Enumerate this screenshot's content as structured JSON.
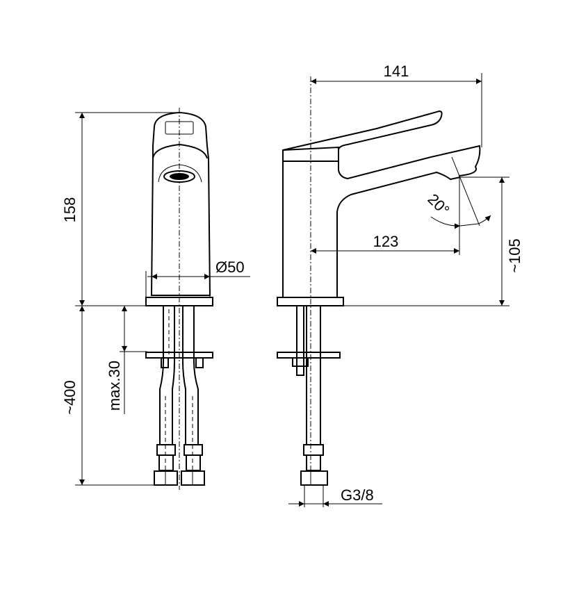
{
  "drawing": {
    "front_view": {
      "height_label": "158",
      "diameter_label": "Ø50",
      "hose_length_label": "~400",
      "max_thickness_label": "max.30"
    },
    "side_view": {
      "total_reach_label": "141",
      "spout_reach_label": "123",
      "spout_height_label": "~105",
      "angle_label": "20°",
      "connection_label": "G3/8"
    }
  }
}
